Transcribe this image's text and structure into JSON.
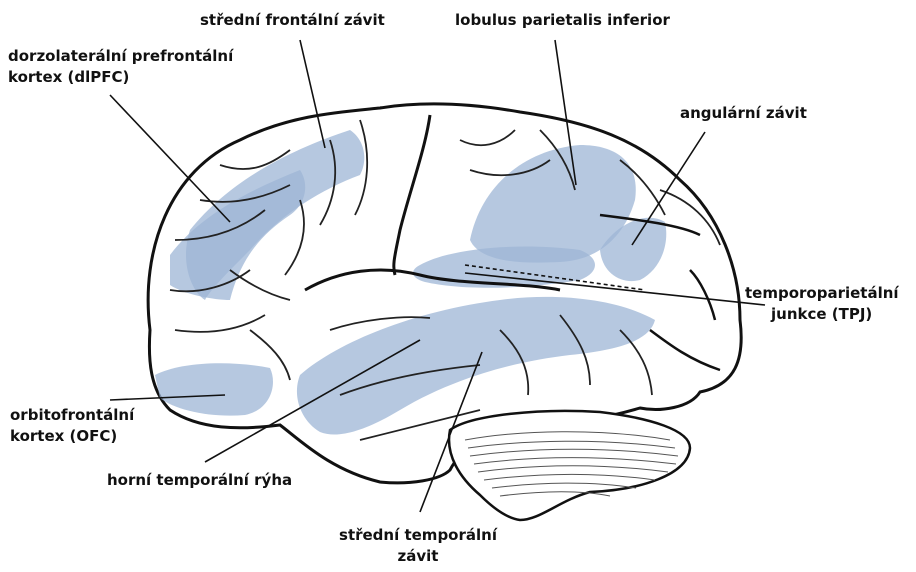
{
  "labels": {
    "middle_frontal_gyrus": "střední frontální závit",
    "dlpfc_line1": "dorzolaterální prefrontální",
    "dlpfc_line2": "kortex (dlPFC)",
    "inferior_parietal_lobule": "lobulus parietalis inferior",
    "angular_gyrus": "angulární závit",
    "tpj_line1": "temporoparietální",
    "tpj_line2": "junkce (TPJ)",
    "ofc_line1": "orbitofrontální",
    "ofc_line2": "kortex (OFC)",
    "superior_temporal_sulcus": "horní temporální rýha",
    "middle_temporal_gyrus_line1": "střední temporální",
    "middle_temporal_gyrus_line2": "závit"
  },
  "colors": {
    "highlight": "#9db6d6",
    "outline": "#111111",
    "background": "#ffffff"
  }
}
